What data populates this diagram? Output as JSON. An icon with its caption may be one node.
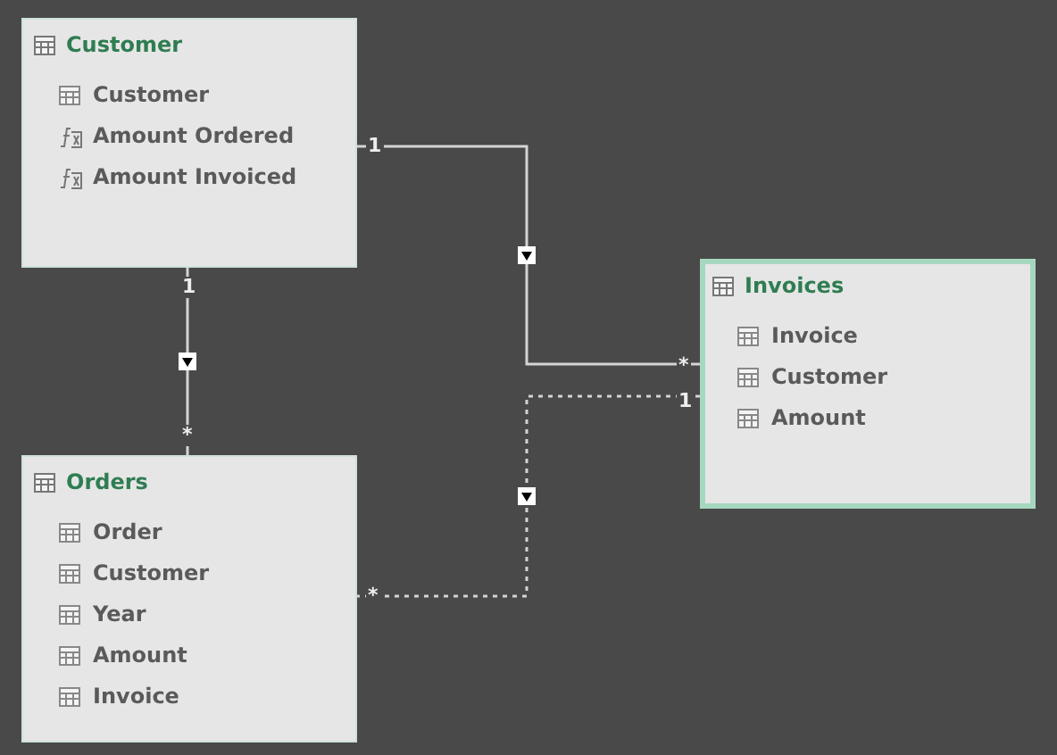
{
  "diagram": {
    "nodes": [
      {
        "text": [
          "Customer",
          "Customer",
          "Amount Ordered",
          "Amount Invoiced"
        ]
      },
      {
        "text": [
          "Invoices",
          "Invoice",
          "Customer",
          "Amount"
        ]
      },
      {
        "text": [
          "Orders",
          "Order",
          "Customer",
          "Year",
          "Amount",
          "Invoice"
        ]
      }
    ],
    "edges": [
      {
        "from": 0,
        "to": 1,
        "arrow": "to"
      },
      {
        "from": 0,
        "to": 2,
        "arrow": "to"
      },
      {
        "from": 1,
        "to": 2,
        "arrow": "to",
        "style": "dashed"
      }
    ],
    "labels": [
      "1",
      "1",
      "*",
      "1",
      "*",
      "*"
    ]
  }
}
